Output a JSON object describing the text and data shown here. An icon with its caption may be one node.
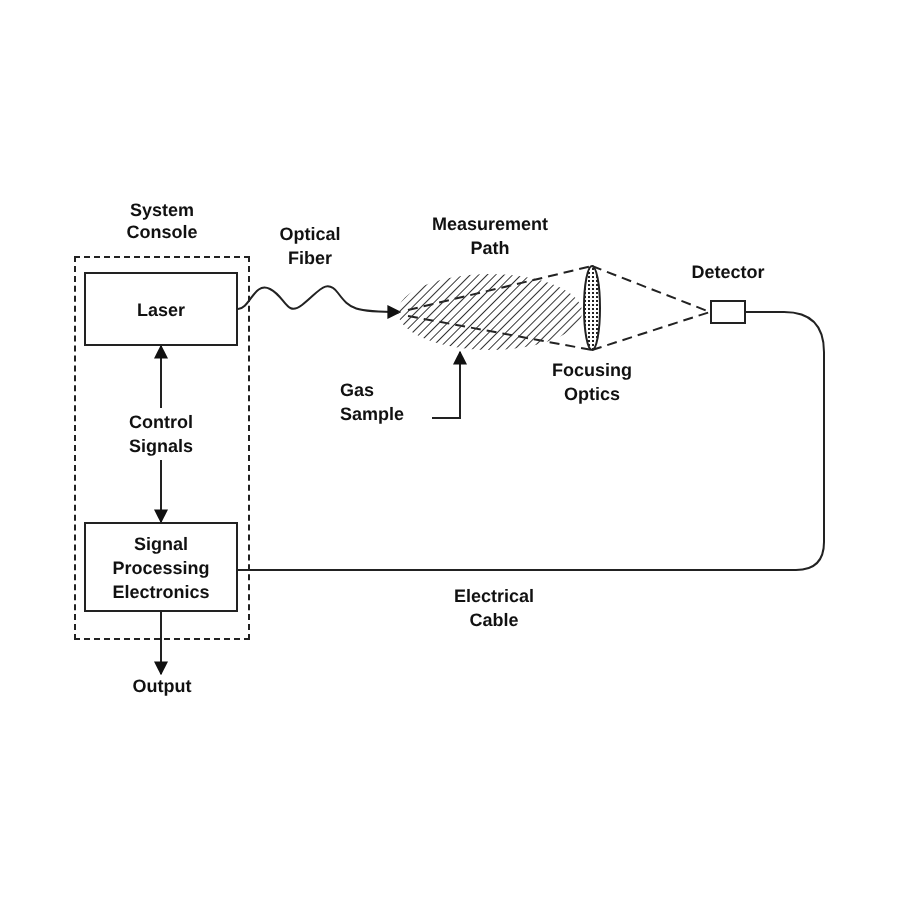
{
  "diagram": {
    "nodes": [
      {
        "text": [
          "System Console"
        ]
      },
      {
        "text": [
          "Laser"
        ],
        "in": 0
      },
      {
        "text": [
          "Signal Processing Electronics"
        ],
        "in": 0
      },
      {
        "text": [],
        "shape": "cloud"
      },
      {
        "text": [
          "Gas Sample"
        ]
      },
      {
        "text": [
          "Focusing Optics"
        ]
      },
      {
        "text": [
          "Detector"
        ]
      },
      {
        "text": [
          "Output"
        ]
      }
    ],
    "edges": [
      {
        "from": 1,
        "to": 3,
        "arrow": "to",
        "label": "Optical Fiber"
      },
      {
        "from": 2,
        "to": 1,
        "arrow": "both",
        "label": "Control Signals"
      },
      {
        "from": 2,
        "to": 7,
        "arrow": "to"
      },
      {
        "from": 4,
        "to": 3,
        "arrow": "to"
      },
      {
        "from": 3,
        "to": 5,
        "arrow": "none",
        "style": "dashed"
      },
      {
        "from": 5,
        "to": 6,
        "arrow": "none",
        "style": "dashed"
      },
      {
        "from": 6,
        "to": 2,
        "arrow": "none",
        "label": "Electrical Cable"
      }
    ],
    "labels": [
      "Measurement Path"
    ]
  }
}
